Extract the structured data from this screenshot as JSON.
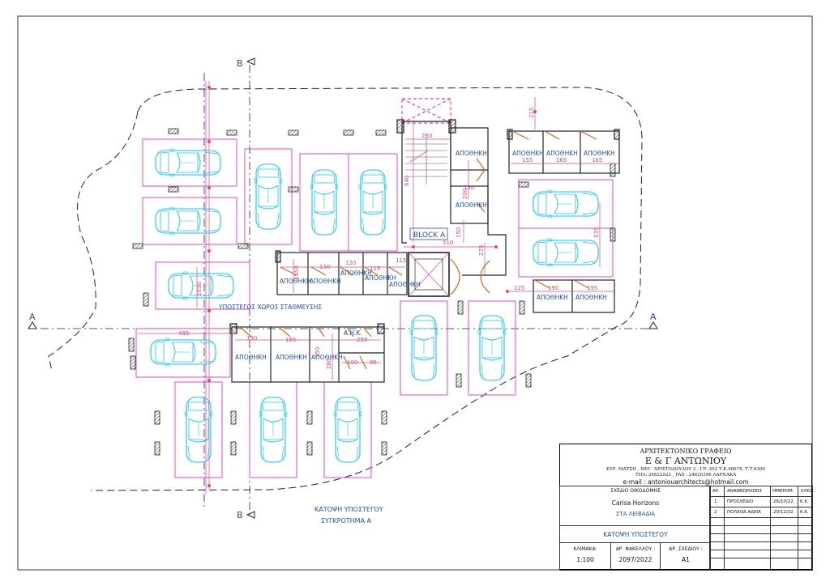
{
  "section_marks": {
    "a": "A",
    "b": "B"
  },
  "block_label": "BLOCK A",
  "parking_label": "ΥΠΟΣΤΕΓΟΣ ΧΩΡΟΣ ΣΤΑΘΜΕΥΣΗΣ",
  "storage_label": "ΑΠΟΘΗΚΗ",
  "wc_label": "Α.Η.Κ.",
  "dimensions": {
    "stair_w": "250",
    "stair_len": "640",
    "d510": "510",
    "d150": "150",
    "d275": "275",
    "d215": "215",
    "d155": "155",
    "d165a": "165",
    "d165b": "165",
    "d535": "535",
    "d200": "200",
    "d150b": "150",
    "d125": "125",
    "d190a": "190",
    "d195": "195",
    "d130": "130",
    "d120": "120",
    "d115a": "115",
    "d115b": "115",
    "d1550": "1550",
    "d1030": "1030",
    "d485": "485",
    "d190b": "190",
    "d185": "185",
    "d280": "280",
    "d250": "250",
    "d100": "100",
    "d95": "95",
    "d150c": "150"
  },
  "floor_title_1": "ΚΑΤΟΨΗ ΥΠΟΣΤΕΓΟΥ",
  "floor_title_2": "ΣΥΓΚΡΟΤΗΜΑ Α",
  "title_block": {
    "office": "ΑΡΧΙΤΕΚΤΟΝΙΚΟ ΓΡΑΦΕΙΟ",
    "firm": "Ε & Γ ΑΝΤΩΝΙΟΥ",
    "address": "ΚΥΡ. ΜΑΤΣΗ , ΜΕΓ. ΧΡΙΣΤΟΔΟΥΛΟΥ 2 ,    ΓΡ. 202   Τ.Κ.40678,    Τ.Τ.6306",
    "phone": "ΤΗΛ: 24822522 ,      FAX : 24620396 ΛΑΡΝΑΚΑ",
    "email": "e-mail  :  antoniouarchitects@hotmail.com",
    "plan_label": "ΣΧΕΔΙΟ ΟΙΚΟΔΟΜΗΣ",
    "project": "Carisa Horizons",
    "location": "ΣΤΑ ΛΕΙΒΑΔΙΑ",
    "drawing": "ΚΑΤΟΨΗ ΥΠΟΣΤΕΓΟΥ",
    "scale_label": "ΚΛΙΜΑΚΑ:",
    "scale": "1:100",
    "folder_label": "ΑΡ. ΦΑΚΕΛΛΟΥ :",
    "folder": "2097/2022",
    "sheet_label": "ΑΡ. ΣΧΕΔΙΟΥ :",
    "sheet": "A1",
    "rev_headers": [
      "ΑΡ.",
      "ΑΝΑΘΕΩΡΗΣΕΙΣ",
      "ΗΜΕΡΟΜ.",
      "ΣΧΕΔ."
    ],
    "revisions": [
      {
        "no": "1",
        "desc": "ΠΡΟΣΧΕΔΙΟ",
        "date": "26/10/22",
        "by": "Κ.Κ."
      },
      {
        "no": "2",
        "desc": "ΠΟΛΕΟΔ.ΑΔΕΙΑ",
        "date": "20/12/22",
        "by": "Κ.Κ."
      }
    ]
  },
  "colors": {
    "car": "#19c3f0",
    "bay": "#e048c8",
    "dim": "#d04a8a",
    "wall": "#222222",
    "door": "#d2691e",
    "text": "#1f4fa0"
  }
}
